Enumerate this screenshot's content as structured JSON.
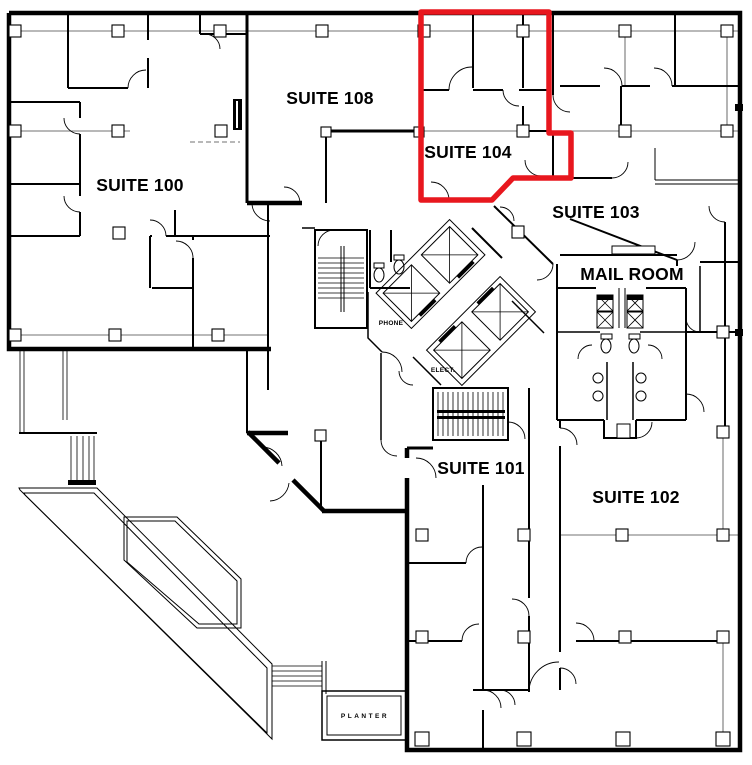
{
  "colors": {
    "wall": "#000000",
    "highlight": "#e8171e",
    "background": "#ffffff"
  },
  "labels": {
    "suite100": "SUITE 100",
    "suite108": "SUITE 108",
    "suite104": "SUITE 104",
    "suite103": "SUITE 103",
    "mailroom": "MAIL ROOM",
    "suite101": "SUITE 101",
    "suite102": "SUITE 102",
    "phone": "PHONE",
    "elect": "ELECT.",
    "planter": "PLANTER"
  },
  "highlight": {
    "selected_suite": "SUITE 104"
  }
}
